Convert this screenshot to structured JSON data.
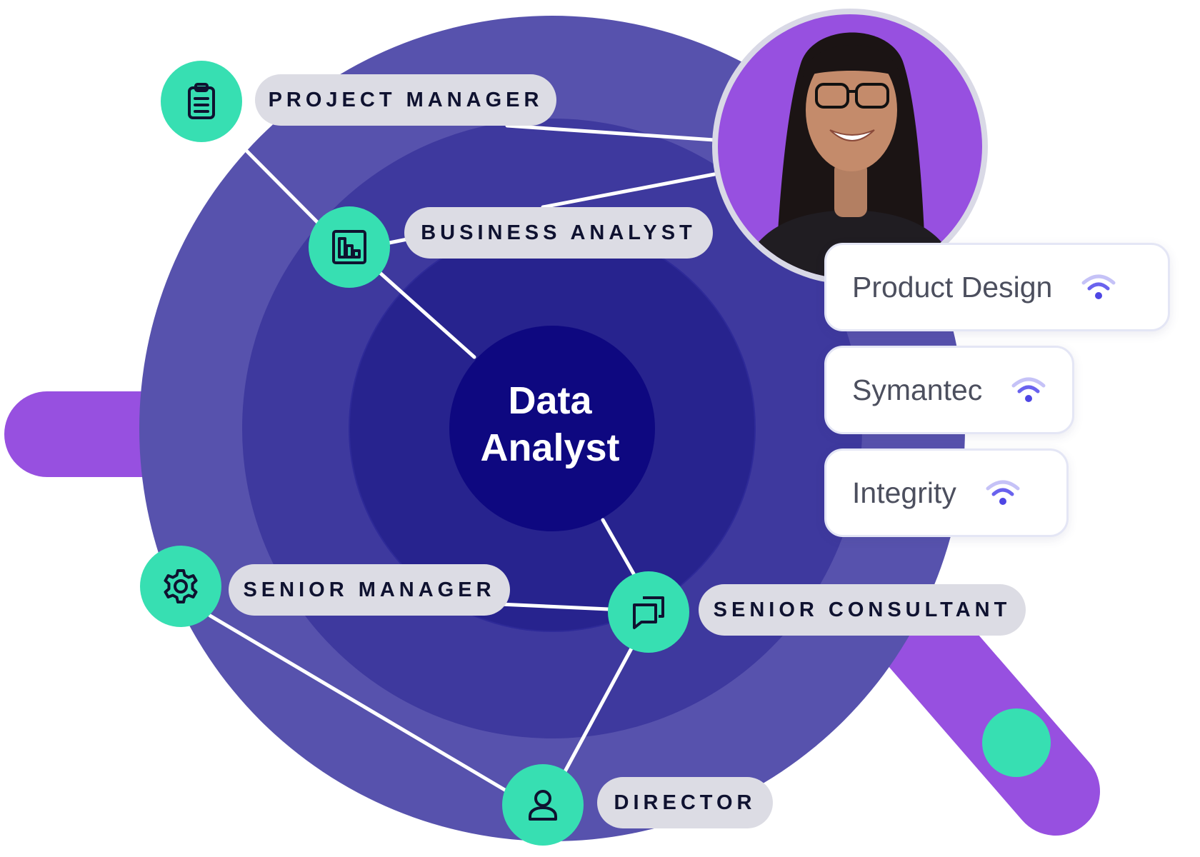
{
  "center": {
    "line1": "Data",
    "line2": "Analyst"
  },
  "roles": [
    {
      "id": "project-manager",
      "label": "PROJECT MANAGER",
      "icon": "clipboard-icon"
    },
    {
      "id": "business-analyst",
      "label": "BUSINESS ANALYST",
      "icon": "bar-chart-icon"
    },
    {
      "id": "senior-manager",
      "label": "SENIOR MANAGER",
      "icon": "gear-icon"
    },
    {
      "id": "senior-consultant",
      "label": "SENIOR CONSULTANT",
      "icon": "chat-bubbles-icon"
    },
    {
      "id": "director",
      "label": "DIRECTOR",
      "icon": "user-icon"
    }
  ],
  "skills": [
    {
      "label": "Product Design",
      "icon": "wifi-signal-icon"
    },
    {
      "label": "Symantec",
      "icon": "wifi-signal-icon"
    },
    {
      "label": "Integrity",
      "icon": "wifi-signal-icon"
    }
  ],
  "colors": {
    "ring_outer": "#5752ad",
    "ring_2": "#3e399e",
    "ring_3": "#27238e",
    "ring_core": "#0e0880",
    "accent_purple": "#9750e0",
    "accent_green": "#37dfb2",
    "pill_bg": "#dcdce4",
    "text_dark": "#0f1230"
  },
  "portrait": {
    "icon": "person-portrait"
  }
}
